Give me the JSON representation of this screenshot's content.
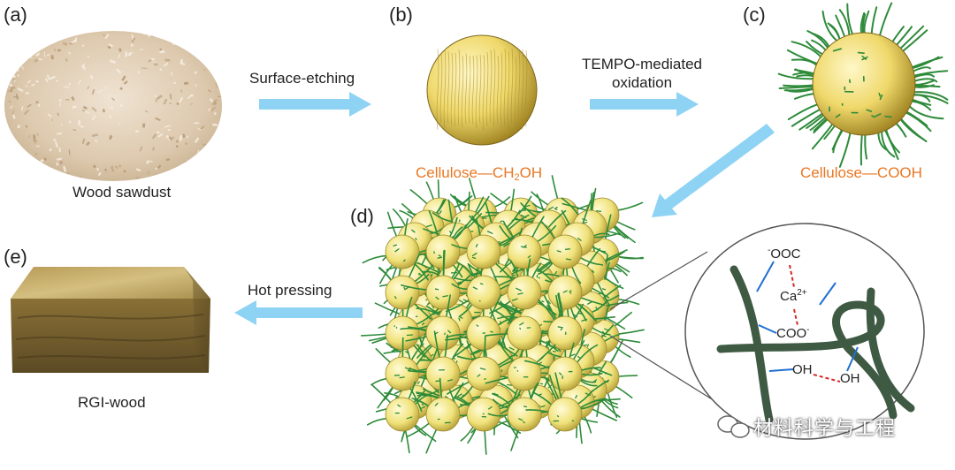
{
  "panels": {
    "a": "(a)",
    "b": "(b)",
    "c": "(c)",
    "d": "(d)",
    "e": "(e)"
  },
  "steps": {
    "surface_etching": "Surface-etching",
    "tempo_line1": "TEMPO-mediated",
    "tempo_line2": "oxidation",
    "hot_pressing": "Hot pressing"
  },
  "captions": {
    "wood_sawdust": "Wood sawdust",
    "rgi_wood": "RGI-wood"
  },
  "chemistry": {
    "cellulose_ch2oh_prefix": "Cellulose—CH",
    "cellulose_ch2oh_sub": "2",
    "cellulose_ch2oh_suffix": "OH",
    "cellulose_cooh": "Cellulose—COOH"
  },
  "bond_labels": {
    "ooc_charge": "-",
    "ooc": "OOC",
    "ca": "Ca",
    "ca_charge": "2+",
    "coo": "COO",
    "coo_charge": "-",
    "oh_left": "OH",
    "oh_right": "OH"
  },
  "watermark": "材料科学与工程",
  "colors": {
    "arrow": "#8fd3f4",
    "chem_label": "#e87722",
    "sphere": "#f0e27a",
    "fiber": "#2e8b3a",
    "chain": "#3f5a43",
    "ionic_bond": "#d62828",
    "coordination": "#1f6fd1"
  }
}
